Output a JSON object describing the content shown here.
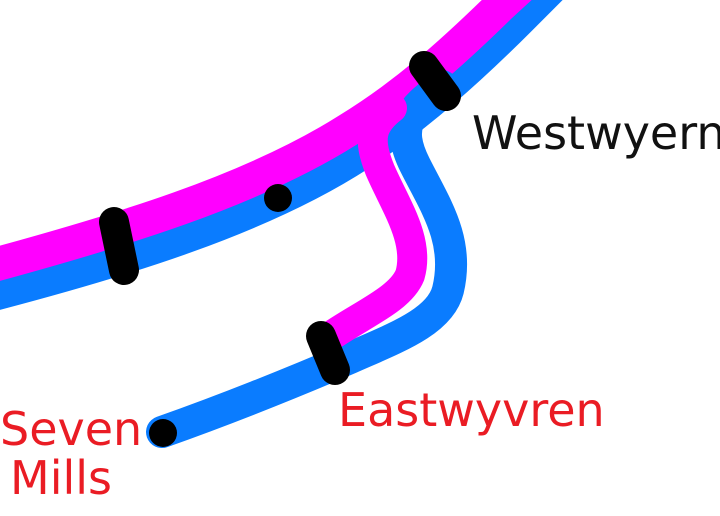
{
  "map": {
    "line_colors": {
      "magenta_line": "#ff00ff",
      "blue_line": "#0a7cff"
    },
    "marker_color": "#000000",
    "stations": {
      "westwyern": {
        "name": "Westwyern",
        "label_color": "#111111"
      },
      "eastwyvren": {
        "name": "Eastwyvren",
        "label_color": "#ea1c24"
      },
      "seven_mills": {
        "name_line1": "Seven",
        "name_line2": "Mills",
        "label_color": "#ea1c24"
      }
    }
  }
}
